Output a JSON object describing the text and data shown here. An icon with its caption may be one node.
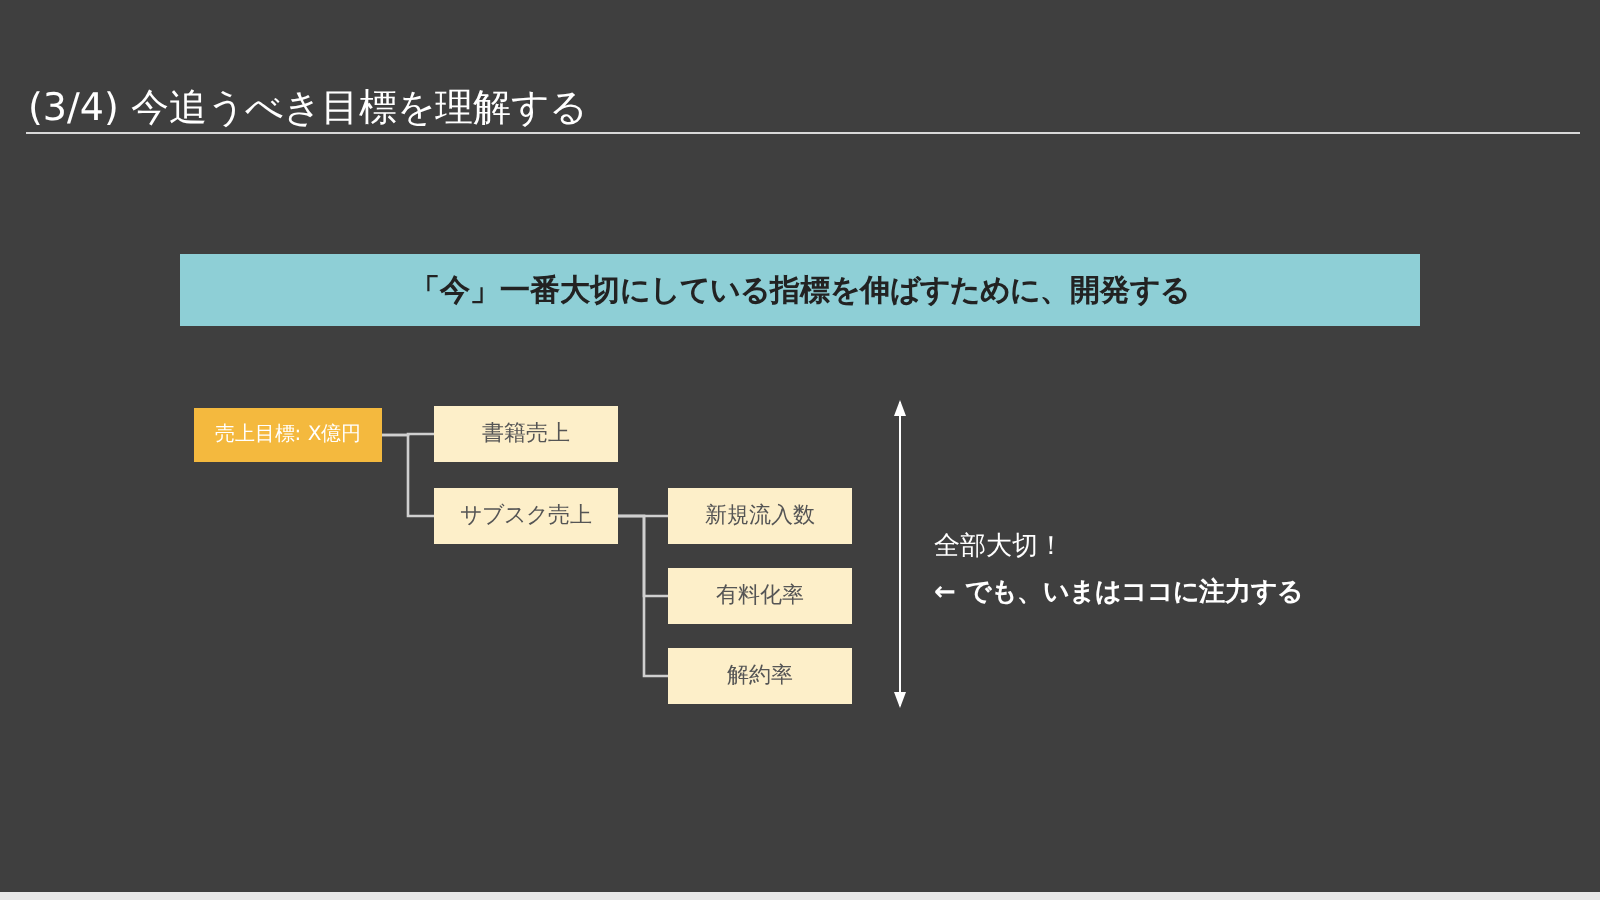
{
  "diagram": {
    "title": "(3/4) 今追うべき目標を理解する",
    "nodes": [
      {
        "text": [
          "「今」一番大切にしている指標を伸ばすために、開発する"
        ]
      },
      {
        "text": [
          "売上目標: X億円"
        ]
      },
      {
        "text": [
          "書籍売上"
        ]
      },
      {
        "text": [
          "サブスク売上"
        ]
      },
      {
        "text": [
          "新規流入数"
        ]
      },
      {
        "text": [
          "有料化率"
        ]
      },
      {
        "text": [
          "解約率"
        ]
      }
    ],
    "edges": [
      {
        "from": 1,
        "to": 2,
        "arrow": "none"
      },
      {
        "from": 1,
        "to": 3,
        "arrow": "none"
      },
      {
        "from": 3,
        "to": 4,
        "arrow": "none"
      },
      {
        "from": 3,
        "to": 5,
        "arrow": "none"
      },
      {
        "from": 3,
        "to": 6,
        "arrow": "none"
      }
    ],
    "labels": [
      "全部大切！",
      "← でも、いまはココに注力する"
    ]
  }
}
